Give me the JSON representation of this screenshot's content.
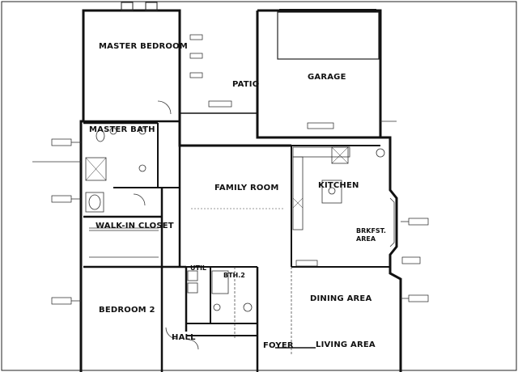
{
  "rooms": {
    "master_bedroom": "MASTER BEDROOM",
    "garage": "GARAGE",
    "patio": "PATIO",
    "master_bath": "MASTER BATH",
    "family_room": "FAMILY ROOM",
    "kitchen": "KITCHEN",
    "walk_in_closet": "WALK-IN CLOSET",
    "brkfst_area": "BRKFST.",
    "brkfst_area_2": "AREA",
    "util": "UTIL",
    "bath_2": "BTH.2",
    "dining_area": "DINING AREA",
    "bedroom_2": "BEDROOM 2",
    "hall": "HALL",
    "foyer": "FOYER",
    "living_area": "LIVING AREA"
  },
  "colors": {
    "line": "#111111",
    "background": "#ffffff"
  }
}
